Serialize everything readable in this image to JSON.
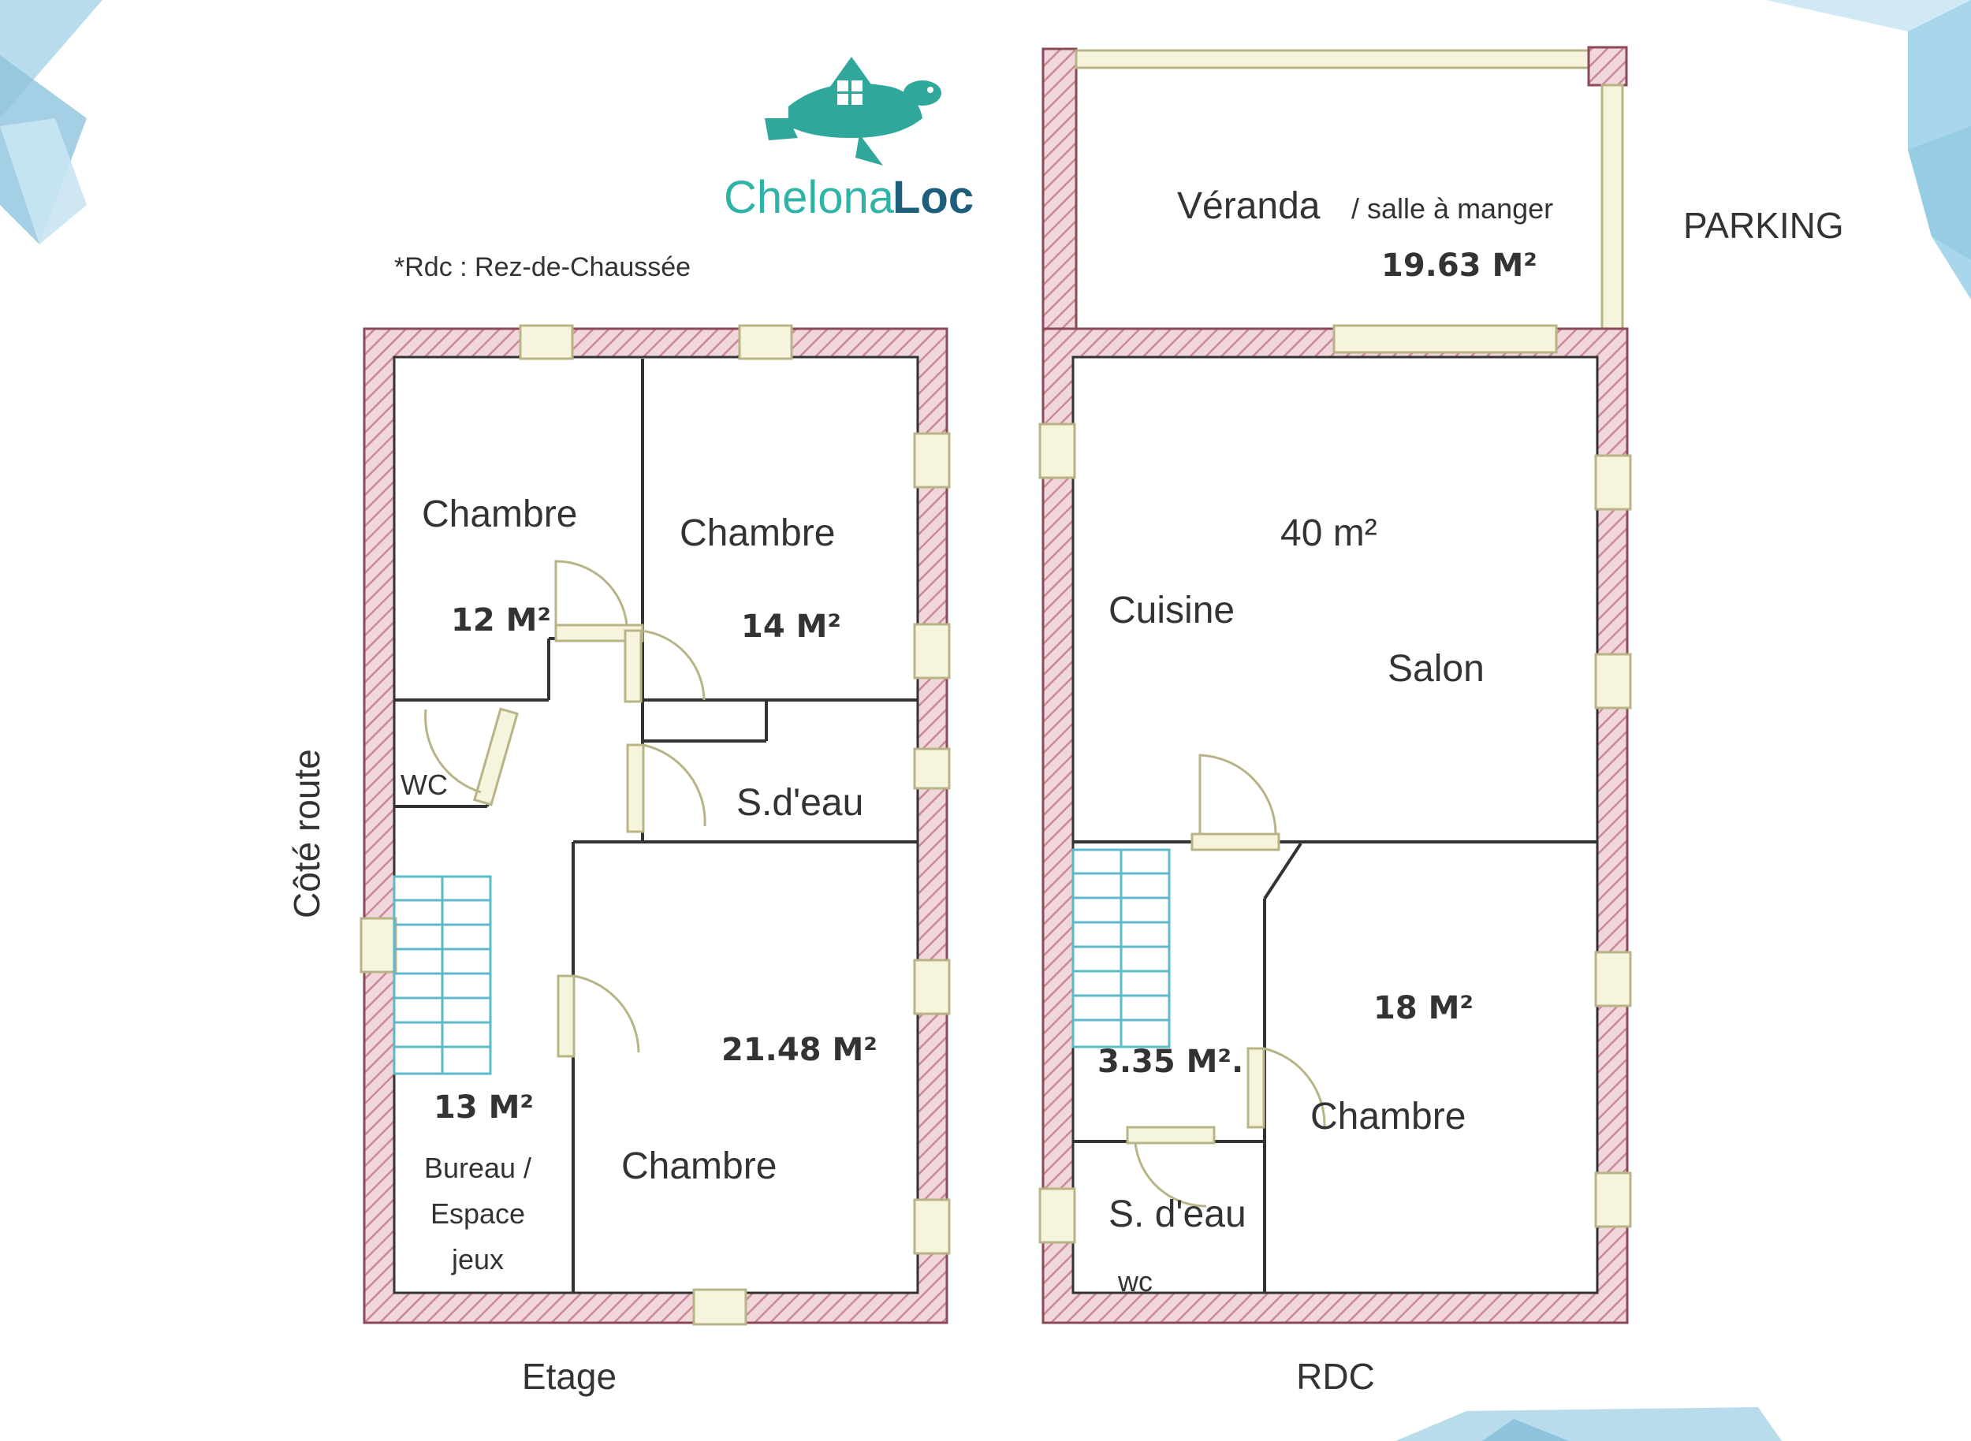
{
  "brand": {
    "name_part1": "Chelona'",
    "name_part2": "Loc",
    "primary_color": "#2fa79b",
    "secondary_color": "#1d5f7a"
  },
  "note": "*Rdc : Rez-de-Chaussée",
  "side_label": "Côté route",
  "parking_label": "PARKING",
  "floors": {
    "etage": {
      "caption": "Etage",
      "rooms": {
        "chambre_1": {
          "name": "Chambre",
          "area": "12 M²"
        },
        "chambre_2": {
          "name": "Chambre",
          "area": "14 M²"
        },
        "wc": {
          "name": "WC"
        },
        "sdeau": {
          "name": "S.d'eau"
        },
        "chambre_3": {
          "name": "Chambre",
          "area": "21.48 M²"
        },
        "bureau": {
          "area": "13 M²",
          "name_line1": "Bureau /",
          "name_line2": "Espace",
          "name_line3": "jeux"
        }
      }
    },
    "rdc": {
      "caption": "RDC",
      "rooms": {
        "veranda": {
          "name_part1": "Véranda",
          "name_part2": "/ salle à manger",
          "area": "19.63 M²"
        },
        "sejour": {
          "area": "40 m²",
          "name_cuisine": "Cuisine",
          "name_salon": "Salon"
        },
        "degagement": {
          "area": "3.35 M²."
        },
        "chambre": {
          "name": "Chambre",
          "area": "18 M²"
        },
        "sdeau": {
          "name": "S. d'eau"
        },
        "wc": {
          "name": "wc"
        }
      }
    }
  },
  "colors": {
    "wall_fill": "#f1d6dc",
    "wall_stroke": "#8a4a57",
    "window_fill": "#f6f4dc",
    "window_stroke": "#b8b487",
    "stairs": "#5fb8c9",
    "decor_blue": "#9fd0e6"
  }
}
